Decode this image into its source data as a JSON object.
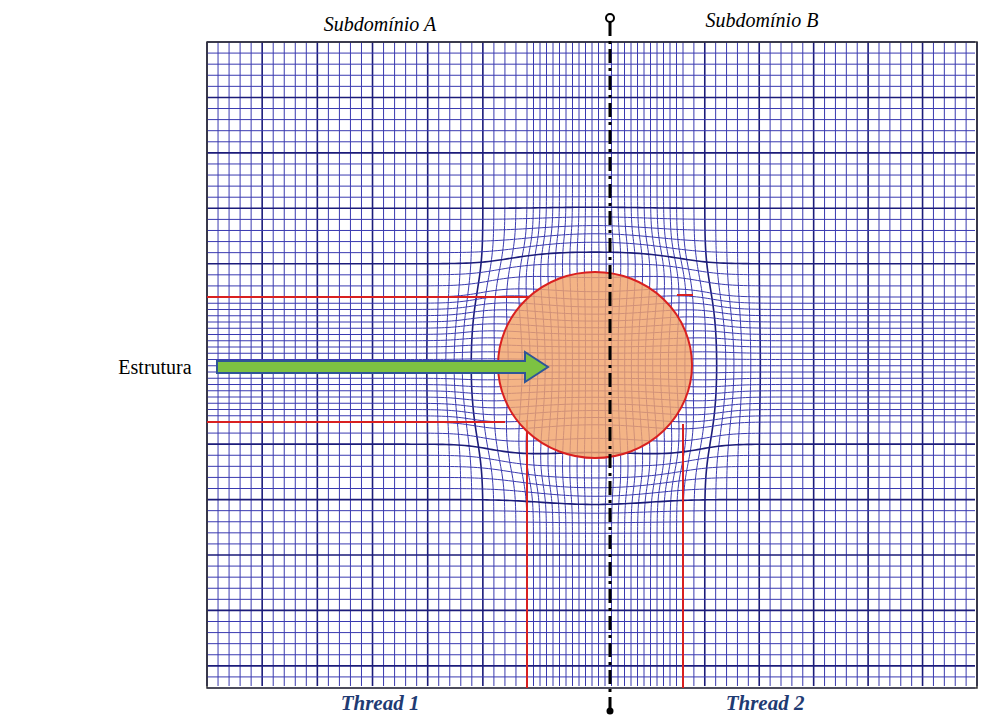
{
  "diagram": {
    "labels": [
      "Subdomínio A",
      "Subdomínio B",
      "Estrutura",
      "Thread 1",
      "Thread 2"
    ]
  }
}
